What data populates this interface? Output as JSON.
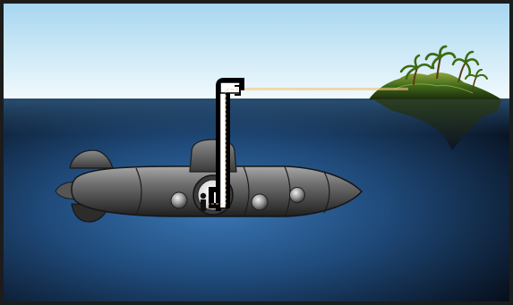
{
  "scene": {
    "description_items": [
      "sky",
      "sea",
      "island",
      "palm-trees",
      "submarine",
      "periscope",
      "light-ray",
      "viewer-silhouette"
    ],
    "colors": {
      "sky_top": "#a9d8f1",
      "sky_bottom": "#eef8fd",
      "sea_top": "#2b537b",
      "sea_mid": "#1a3f69",
      "sea_glow": "#2f67a4",
      "sea_bottom": "#040a14",
      "island_green": "#4e7e1c",
      "island_dark": "#1f2a0c",
      "hull_light": "#9a9a9a",
      "hull_dark": "#262626",
      "ray": "#f3c98a",
      "frame": "#1c1c1c"
    }
  }
}
